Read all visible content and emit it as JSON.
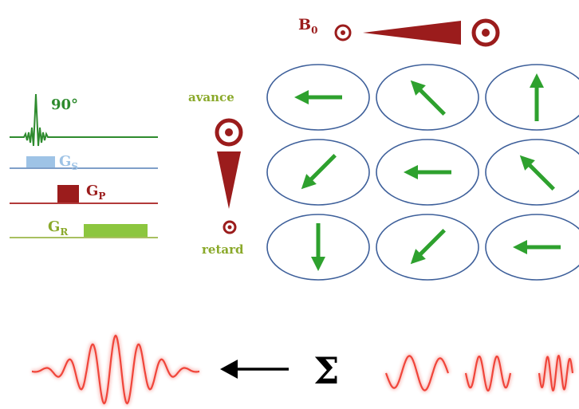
{
  "labels": {
    "b0": "B",
    "b0_sub": "0",
    "rf": "90°",
    "gs": "G",
    "gs_sub": "S",
    "gp": "G",
    "gp_sub": "P",
    "gr": "G",
    "gr_sub": "R",
    "advance": "avance",
    "delay": "retard",
    "sum_symbol": "Σ"
  },
  "colors": {
    "dark_red": "#9b1c1c",
    "green_text": "#8aa92a",
    "rf_green": "#2e8b2e",
    "blue_line": "#7f9fc9",
    "gs_pulse": "#9ec3e6",
    "gp_pulse": "#9b1c1c",
    "gp_line": "#b23a3a",
    "gr_pulse": "#8cc63f",
    "gr_line": "#a8c060",
    "ellipse_stroke": "#3d5f9a",
    "arrow_green": "#2ea12e",
    "wave_red": "#f0453a",
    "arrow_black": "#000000"
  },
  "grid": {
    "rows": 3,
    "cols": 3,
    "arrow_angles_deg": [
      [
        180,
        135,
        90
      ],
      [
        225,
        180,
        135
      ],
      [
        270,
        225,
        180
      ]
    ]
  }
}
